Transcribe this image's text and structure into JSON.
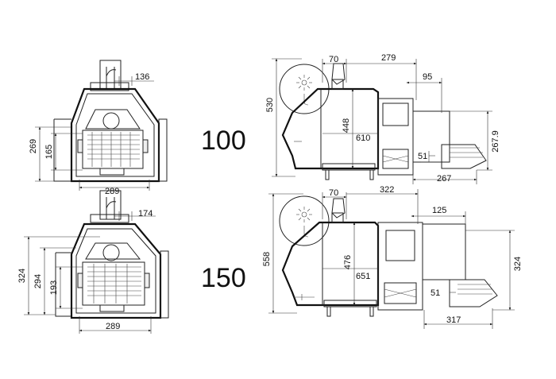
{
  "models": [
    {
      "label": "100",
      "front": {
        "width": "289",
        "height_outer": "269",
        "height_inner": "165",
        "pipe_offset": "136"
      },
      "side": {
        "top_a": "70",
        "top_b": "279",
        "feeder_offset": "95",
        "height": "530",
        "body_height": "448",
        "length": "610",
        "tube": "51",
        "hopper_height": "267.9",
        "hopper_length": "267"
      }
    },
    {
      "label": "150",
      "front": {
        "width": "289",
        "height_outer": "324",
        "height_mid": "294",
        "height_inner": "193",
        "pipe_offset": "174"
      },
      "side": {
        "top_a": "70",
        "top_b": "322",
        "feeder_offset": "125",
        "height": "558",
        "body_height": "476",
        "length": "651",
        "tube": "51",
        "hopper_height": "324",
        "hopper_length": "317"
      }
    }
  ]
}
